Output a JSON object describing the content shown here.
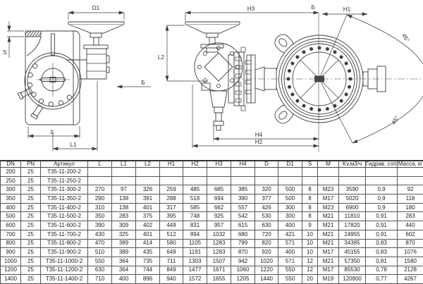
{
  "drawing": {
    "labels": {
      "d1": "D1",
      "s": "S",
      "l": "L",
      "l1": "L1",
      "h3": "H3",
      "l2": "L2",
      "b_view": "Б",
      "b_axis": "Б",
      "h1": "H1",
      "h4": "H4",
      "h2": "H2",
      "angle_top": "45°",
      "angle_bottom": "45°"
    }
  },
  "table": {
    "headers": [
      "DN",
      "PN",
      "Артикул",
      "L",
      "L1",
      "L2",
      "H1",
      "H2",
      "H3",
      "H4",
      "D",
      "D1",
      "S",
      "M",
      "Kv,м3/ч",
      "Гидрав. сопр.",
      "Масса, кг"
    ],
    "rows": [
      [
        "200",
        "25",
        "Т35-11-200-2",
        "",
        "",
        "",
        "",
        "",
        "",
        "",
        "",
        "",
        "",
        "",
        "",
        "",
        ""
      ],
      [
        "250",
        "25",
        "Т35-11-250-2",
        "",
        "",
        "",
        "",
        "",
        "",
        "",
        "",
        "",
        "",
        "",
        "",
        "",
        ""
      ],
      [
        "300",
        "25",
        "Т35-11-300-2",
        "270",
        "97",
        "326",
        "259",
        "485",
        "685",
        "385",
        "320",
        "500",
        "8",
        "М23",
        "3590",
        "0,9",
        "92"
      ],
      [
        "350",
        "25",
        "Т35-11-350-2",
        "290",
        "138",
        "391",
        "288",
        "518",
        "694",
        "390",
        "377",
        "500",
        "8",
        "М17",
        "5020",
        "0,9",
        "118"
      ],
      [
        "400",
        "25",
        "Т35-11-400-2",
        "310",
        "138",
        "401",
        "317",
        "585",
        "662",
        "557",
        "426",
        "300",
        "8",
        "М23",
        "6900",
        "0,9",
        "180"
      ],
      [
        "500",
        "25",
        "Т35-11-500-2",
        "350",
        "283",
        "375",
        "395",
        "748",
        "925",
        "542",
        "530",
        "300",
        "8",
        "М21",
        "11810",
        "0,91",
        "283"
      ],
      [
        "600",
        "25",
        "Т35-11-600-2",
        "390",
        "309",
        "402",
        "449",
        "831",
        "957",
        "615",
        "630",
        "400",
        "9",
        "М21",
        "17820",
        "0,91",
        "440"
      ],
      [
        "700",
        "25",
        "Т35-11-700-2",
        "430",
        "325",
        "401",
        "512",
        "894",
        "1032",
        "680",
        "720",
        "421",
        "10",
        "М21",
        "24955",
        "0,91",
        "602"
      ],
      [
        "800",
        "25",
        "Т35-11-800-2",
        "470",
        "389",
        "414",
        "580",
        "1105",
        "1283",
        "799",
        "820",
        "571",
        "10",
        "М21",
        "34385",
        "0,83",
        "870"
      ],
      [
        "900",
        "25",
        "Т35-11-900-2",
        "510",
        "389",
        "435",
        "649",
        "1191",
        "1283",
        "870",
        "920",
        "400",
        "10",
        "М17",
        "45155",
        "0,83",
        "1076"
      ],
      [
        "1000",
        "25",
        "Т35-11-1000-2",
        "550",
        "364",
        "735",
        "711",
        "1303",
        "1507",
        "942",
        "1020",
        "571",
        "12",
        "М21",
        "57350",
        "0,81",
        "1580"
      ],
      [
        "1200",
        "25",
        "Т35-11-1200-2",
        "630",
        "364",
        "744",
        "849",
        "1477",
        "1671",
        "1060",
        "1220",
        "550",
        "12",
        "М17",
        "85530",
        "0,78",
        "2128"
      ],
      [
        "1400",
        "25",
        "Т35-11-1400-2",
        "710",
        "400",
        "896",
        "940",
        "1572",
        "1655",
        "1205",
        "1440",
        "550",
        "20",
        "М19",
        "120800",
        "0,77",
        "4267"
      ]
    ]
  }
}
